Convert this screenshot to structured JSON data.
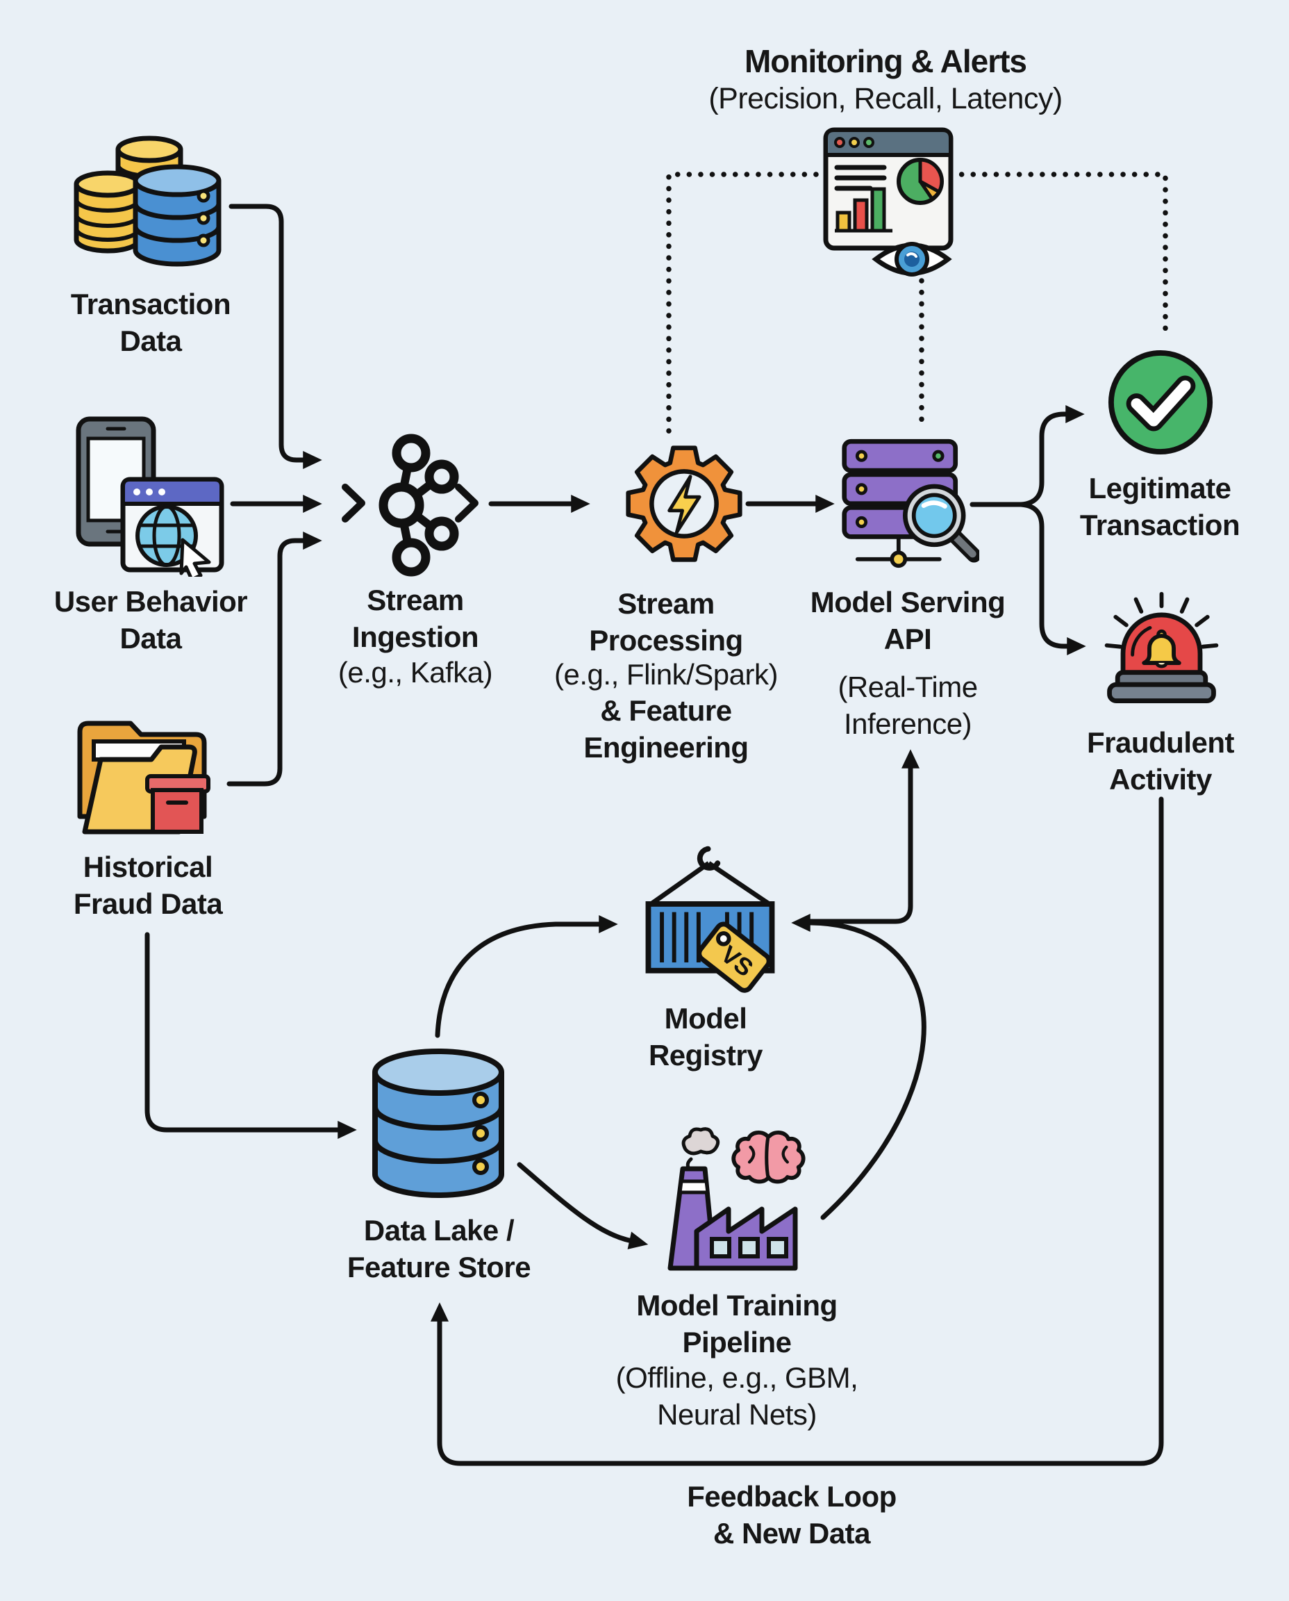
{
  "header": {
    "title": "Monitoring & Alerts",
    "subtitle": "(Precision, Recall, Latency)"
  },
  "nodes": {
    "transaction": {
      "label": "Transaction\nData"
    },
    "user_behavior": {
      "label": "User Behavior\nData"
    },
    "historical": {
      "label": "Historical\nFraud Data"
    },
    "ingestion": {
      "label": "Stream\nIngestion",
      "sub": "(e.g., Kafka)"
    },
    "processing": {
      "label": "Stream\nProcessing",
      "sub": "(e.g., Flink/Spark)",
      "label2": "& Feature\nEngineering"
    },
    "serving": {
      "label": "Model Serving\nAPI",
      "sub": "(Real-Time\nInference)"
    },
    "legitimate": {
      "label": "Legitimate\nTransaction"
    },
    "fraudulent": {
      "label": "Fraudulent\nActivity"
    },
    "registry": {
      "label": "Model\nRegistry",
      "tag": "VS"
    },
    "datalake": {
      "label": "Data Lake /\nFeature Store"
    },
    "training": {
      "label": "Model Training\nPipeline",
      "sub": "(Offline, e.g., GBM,\nNeural Nets)"
    },
    "feedback": {
      "label": "Feedback Loop\n& New Data"
    }
  },
  "icons": {
    "transaction": "coins-database-icon",
    "user_behavior": "phone-browser-icon",
    "historical": "folder-archive-icon",
    "ingestion": "kafka-icon",
    "processing": "gear-lightning-icon",
    "serving": "server-magnifier-icon",
    "monitoring": "dashboard-eye-icon",
    "legitimate": "check-circle-icon",
    "fraudulent": "siren-icon",
    "registry": "container-tag-icon",
    "datalake": "database-cylinder-icon",
    "training": "factory-brain-icon"
  },
  "colors": {
    "background": "#e9f0f6",
    "line": "#111111",
    "accent_orange": "#f0923b",
    "accent_purple": "#8d6fc8",
    "accent_blue": "#4a90d2",
    "accent_green": "#47b56a",
    "accent_red": "#e54848",
    "accent_yellow": "#f3c84e"
  }
}
